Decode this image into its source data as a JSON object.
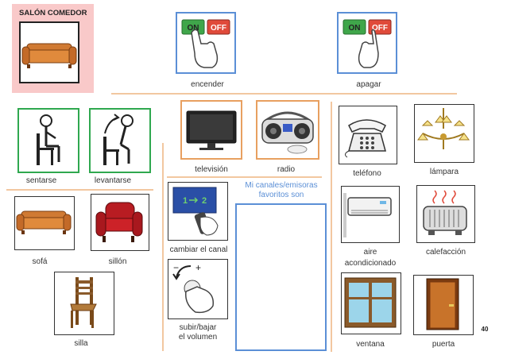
{
  "header": {
    "title": "SALÓN COMEDOR"
  },
  "switches": {
    "on": {
      "label": "encender",
      "btn_on": "ON",
      "btn_off": "OFF"
    },
    "off": {
      "label": "apagar",
      "btn_on": "ON",
      "btn_off": "OFF"
    }
  },
  "left": {
    "sit": "sentarse",
    "stand": "levantarse",
    "sofa": "sofá",
    "armchair": "sillón",
    "chair": "silla"
  },
  "middle": {
    "tv": "televisión",
    "radio": "radio",
    "change_channel": "cambiar el canal",
    "volume_line1": "subir/bajar",
    "volume_line2": "el volumen",
    "favorites_line1": "Mi canales/emisoras",
    "favorites_line2": "favoritos son",
    "channel_nums": [
      "1",
      "2"
    ]
  },
  "right": {
    "phone": "teléfono",
    "lamp": "lámpara",
    "ac_line1": "aire",
    "ac_line2": "acondicionado",
    "heater": "calefacción",
    "window": "ventana",
    "door": "puerta"
  },
  "page_number": "40",
  "colors": {
    "green": "#2fa84f",
    "orange": "#e8a060",
    "blue": "#5b8fd6",
    "pink": "#f9c9c9",
    "divider": "#f2c7a0",
    "favorites_text": "#5b8fd6"
  }
}
